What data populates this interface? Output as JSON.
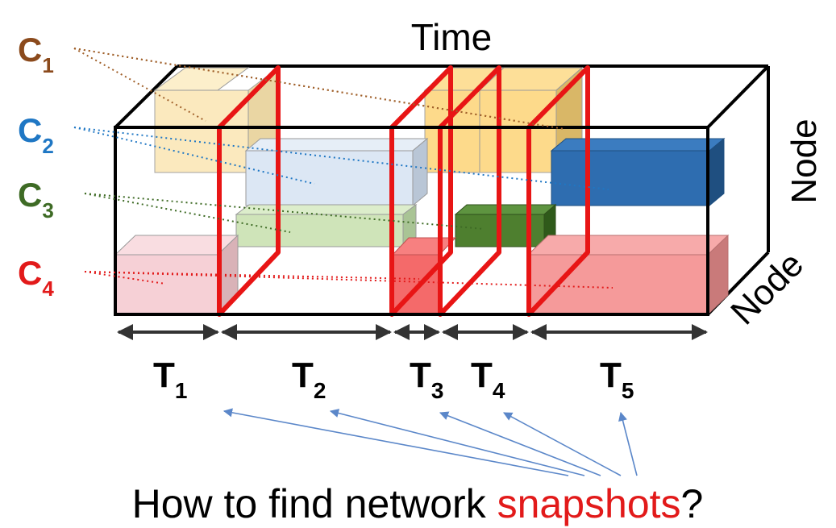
{
  "diagram": {
    "axis_labels": {
      "top": "Time",
      "right_vertical": "Node",
      "right_diagonal": "Node"
    },
    "communities": [
      {
        "letter": "C",
        "sub": "1",
        "color": "#8B4A1C"
      },
      {
        "letter": "C",
        "sub": "2",
        "color": "#1F77C4"
      },
      {
        "letter": "C",
        "sub": "3",
        "color": "#3E6B25"
      },
      {
        "letter": "C",
        "sub": "4",
        "color": "#E21A1A"
      }
    ],
    "time_segments": [
      {
        "letter": "T",
        "sub": "1"
      },
      {
        "letter": "T",
        "sub": "2"
      },
      {
        "letter": "T",
        "sub": "3"
      },
      {
        "letter": "T",
        "sub": "4"
      },
      {
        "letter": "T",
        "sub": "5"
      }
    ],
    "question": {
      "prefix": "How to find network ",
      "highlight": "snapshots",
      "suffix": "?",
      "highlight_color": "#E21A1A"
    },
    "colors": {
      "c1_fill": "#FBE7B8",
      "c1_strong": "#FDD77F",
      "c2_light": "#DCE7F4",
      "c2_strong": "#2E6DB0",
      "c3_light": "#CFE4B9",
      "c3_strong": "#4E7F2F",
      "c4_light": "#F6D0D6",
      "c4_strong": "#F59A9A",
      "boundary": "#E81515",
      "arrow": "#5B87C9"
    }
  }
}
